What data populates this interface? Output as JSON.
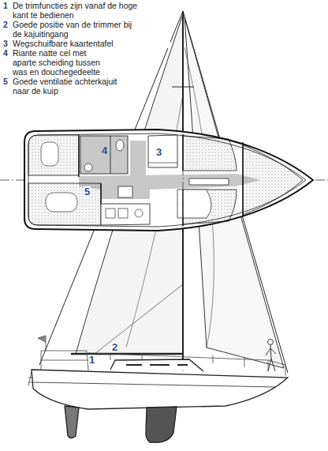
{
  "diagram": {
    "labels": [
      "1",
      "De trimfuncties zijn vanaf de hoge kant te bedienen",
      "2",
      "Goede positie van de trimmer bij de kajuitingang",
      "3",
      "Wegschuifbare kaartentafel",
      "4",
      "Riante natte cel met aparte scheiding tussen was en douchegedeelte",
      "5",
      "Goede ventilatie achterkajuit naar de kuip",
      "4",
      "3",
      "5",
      "1",
      "2"
    ]
  }
}
